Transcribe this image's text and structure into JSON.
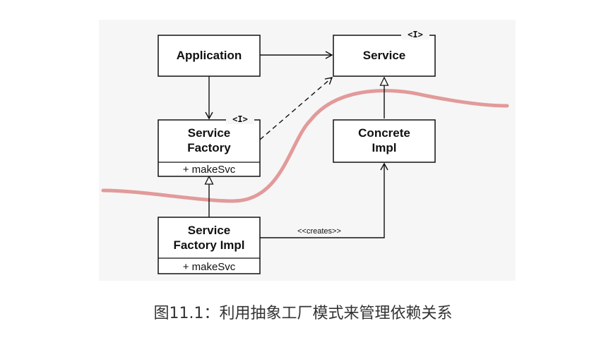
{
  "diagram": {
    "application": {
      "label": "Application"
    },
    "service": {
      "label": "Service",
      "stereotype": "<I>"
    },
    "service_factory": {
      "label_line1": "Service",
      "label_line2": "Factory",
      "operation": "+ makeSvc",
      "stereotype": "<I>"
    },
    "concrete_impl": {
      "label_line1": "Concrete",
      "label_line2": "Impl"
    },
    "service_factory_impl": {
      "label_line1": "Service",
      "label_line2": "Factory Impl",
      "operation": "+ makeSvc"
    },
    "creates_label": "<<creates>>",
    "boundary_color": "#e29a9a"
  },
  "caption": "图11.1：利用抽象工厂模式来管理依赖关系"
}
